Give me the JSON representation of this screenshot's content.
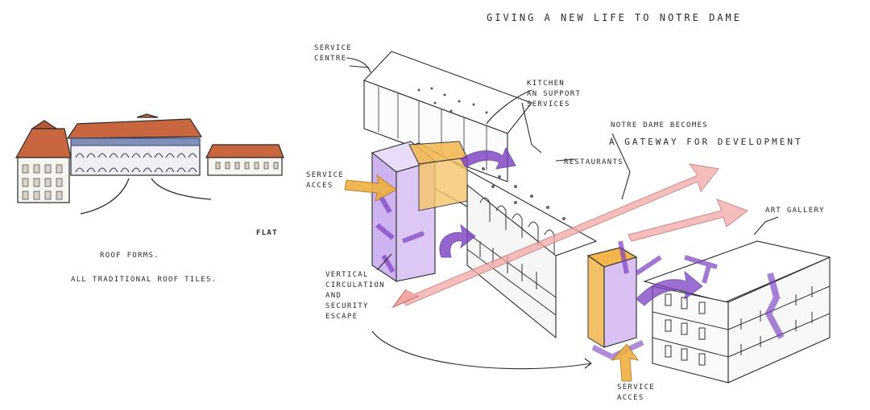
{
  "title": "Giving a new life to Notre Dame",
  "labels": {
    "service_centre": "Service\nCentre",
    "kitchen": "Kitchen\nan support\nservices",
    "gateway_line1": "Notre Dame becomes",
    "gateway_line2": "A  Gateway  for  Development",
    "restaurants": "Restaurants",
    "service_acces_left": "Service\nAcces",
    "art_gallery": "Art Gallery",
    "flat": "Flat",
    "roof_forms": "Roof Forms.",
    "traditional_tiles": "All traditional roof tiles.",
    "vertical_circulation": "Vertical\ncirculation\nand\nsecurity\nescape",
    "service_acces_bottom": "Service\nAcces"
  },
  "colors": {
    "ink": "#2a2a2a",
    "roof_terracotta": "#c8663f",
    "arcade_blue": "#7f8fb8",
    "service_purple": "#7a3fc0",
    "core_orange": "#f2b64c",
    "gateway_pink": "#f2a9a6",
    "arrow_orange": "#f0b040"
  }
}
